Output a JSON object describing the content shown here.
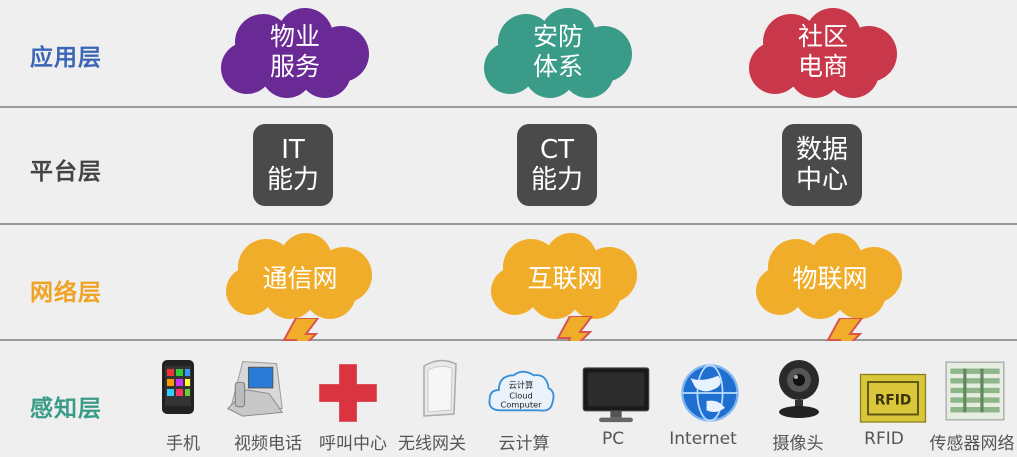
{
  "layers": {
    "application": {
      "label": "应用层",
      "color": "#3a66b5",
      "items": [
        {
          "line1": "物业",
          "line2": "服务",
          "color": "#6a2a96"
        },
        {
          "line1": "安防",
          "line2": "体系",
          "color": "#3a9c88"
        },
        {
          "line1": "社区",
          "line2": "电商",
          "color": "#c9384a"
        }
      ]
    },
    "platform": {
      "label": "平台层",
      "color": "#444444",
      "items": [
        {
          "line1": "IT",
          "line2": "能力"
        },
        {
          "line1": "CT",
          "line2": "能力"
        },
        {
          "line1": "数据",
          "line2": "中心"
        }
      ]
    },
    "network": {
      "label": "网络层",
      "color": "#f0a323",
      "items": [
        {
          "text": "通信网",
          "color": "#f0ad2a"
        },
        {
          "text": "互联网",
          "color": "#f0ad2a"
        },
        {
          "text": "物联网",
          "color": "#f0ad2a"
        }
      ]
    },
    "sensing": {
      "label": "感知层",
      "color": "#3a9c88",
      "devices": [
        {
          "label": "手机",
          "icon": "phone-icon"
        },
        {
          "label": "视频电话",
          "icon": "video-phone-icon"
        },
        {
          "label": "呼叫中心",
          "icon": "red-cross-icon"
        },
        {
          "label": "无线网关",
          "icon": "wireless-gateway-icon"
        },
        {
          "label": "云计算",
          "icon": "cloud-computer-icon",
          "icon_text_1": "云计算",
          "icon_text_2": "Cloud",
          "icon_text_3": "Computer"
        },
        {
          "label": "PC",
          "icon": "monitor-icon"
        },
        {
          "label": "Internet",
          "icon": "globe-icon"
        },
        {
          "label": "摄像头",
          "icon": "webcam-icon"
        },
        {
          "label": "RFID",
          "icon": "rfid-tag-icon",
          "icon_text": "RFID"
        },
        {
          "label": "传感器网络",
          "icon": "sensor-network-icon"
        }
      ]
    }
  }
}
